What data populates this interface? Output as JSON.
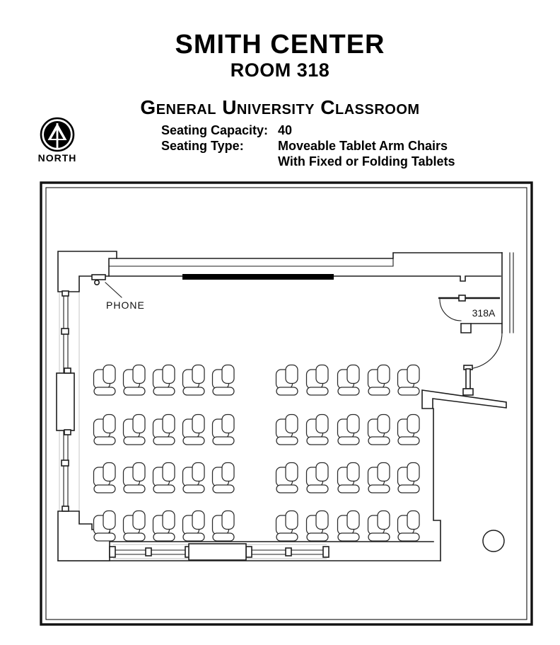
{
  "header": {
    "building": "SMITH CENTER",
    "room": "ROOM 318",
    "classification": "General University Classroom",
    "seating_capacity_label": "Seating Capacity:",
    "seating_capacity_value": "40",
    "seating_type_label": "Seating Type:",
    "seating_type_line1": "Moveable Tablet Arm Chairs",
    "seating_type_line2": "With Fixed or Folding Tablets",
    "north_label": "NORTH"
  },
  "floor_plan": {
    "labels": {
      "phone": "PHONE",
      "door": "318A"
    },
    "features": [
      "blackboard",
      "phone",
      "door-318A",
      "entry-door",
      "windows",
      "radiators",
      "column"
    ],
    "seating": {
      "total": 40,
      "rows_y": [
        515,
        585,
        653,
        721
      ],
      "left_cols_x": [
        132,
        174,
        216,
        258,
        300
      ],
      "right_cols_x": [
        390,
        433,
        477,
        520,
        562
      ],
      "chair_width": 32,
      "chair_height": 44
    },
    "colors": {
      "line": "#1d1d1d",
      "light_line": "#bfbfbf",
      "blackboard": "#000000"
    }
  }
}
